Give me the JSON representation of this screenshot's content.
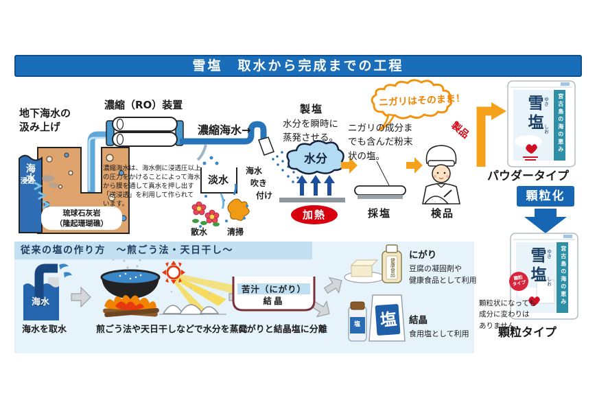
{
  "title": "雪塩　取水から完成までの工程",
  "colors": {
    "title_bar": "#1a6db8",
    "title_border": "#0d4f93",
    "accent_orange": "#f5a11c",
    "accent_red": "#d7000f",
    "pipe_blue": "#2773b8",
    "cloud_blue": "#b3dcf4",
    "section_bg": "#e6f3fb",
    "section_band": "#c3dff2",
    "granulate_blue": "#1766b3",
    "package_band_teal": "#2e8fa6"
  },
  "intake": {
    "heading_lines": [
      "地下海水の",
      "汲み上げ"
    ],
    "sea_label": "海水",
    "permeation_label": "浸透",
    "rock_lines": [
      "琉球石灰岩",
      "（隆起珊瑚礁）"
    ]
  },
  "ro": {
    "device_label": "濃縮（RO）装置",
    "output_label": "濃縮海水→",
    "note_lines": [
      "濃縮海水は、海水側に浸透圧以上",
      "の圧力をかけることによって海水",
      "から膜を通して真水を押し出す",
      "「逆浸透」を利用して作られて",
      "います。"
    ],
    "freshwater_label": "淡水",
    "sprinkle_label": "散水",
    "cleaning_label": "清掃"
  },
  "seisen": {
    "heading": "製塩",
    "spray_lines": [
      "海水",
      "吹き",
      "付け"
    ],
    "evaporate_lines": [
      "水分を瞬時に",
      "蒸発させる。"
    ],
    "cloud_label": "水分",
    "heating_label": "加熱"
  },
  "finishing": {
    "bubble_text": "ニガリはそのまま！",
    "note_lines": [
      "ニガリの成分ま",
      "でも含んだ粉末",
      "状の塩。"
    ],
    "collect_label": "採塩",
    "inspect_label": "検品",
    "product_label": "製品"
  },
  "products": {
    "brand": "雪塩",
    "furigana_top": "ゆき",
    "furigana_bottom": "しお",
    "band_text": "宮古島の海の恵み",
    "powder_label": "パウダータイプ",
    "granulate_button": "顆粒化",
    "badge_lines": [
      "顆粒",
      "タイプ"
    ],
    "granule_note_lines": [
      "顆粒状になっても",
      "成分に変わりは",
      "ありません。"
    ],
    "granule_label": "顆粒タイプ"
  },
  "traditional": {
    "heading": "従来の塩の作り方　～煎ごう法・天日干し～",
    "tank_label": "海水",
    "step1_label": "海水を取水",
    "step2_label": "煎ごう法や天日干しなどで水分を蒸発",
    "container_top_label": "苦汁（にがり）",
    "container_bottom_label": "結晶",
    "step3_label": "にがりと結晶塩に分離",
    "nigari_title": "にがり",
    "nigari_desc_lines": [
      "豆腐の凝固剤や",
      "健康食品として利用"
    ],
    "health_bottle_label": "健康食品",
    "crystal_title": "結晶",
    "crystal_desc": "食用塩として利用",
    "salt_jar_label": "塩",
    "salt_bag_label": "塩"
  }
}
